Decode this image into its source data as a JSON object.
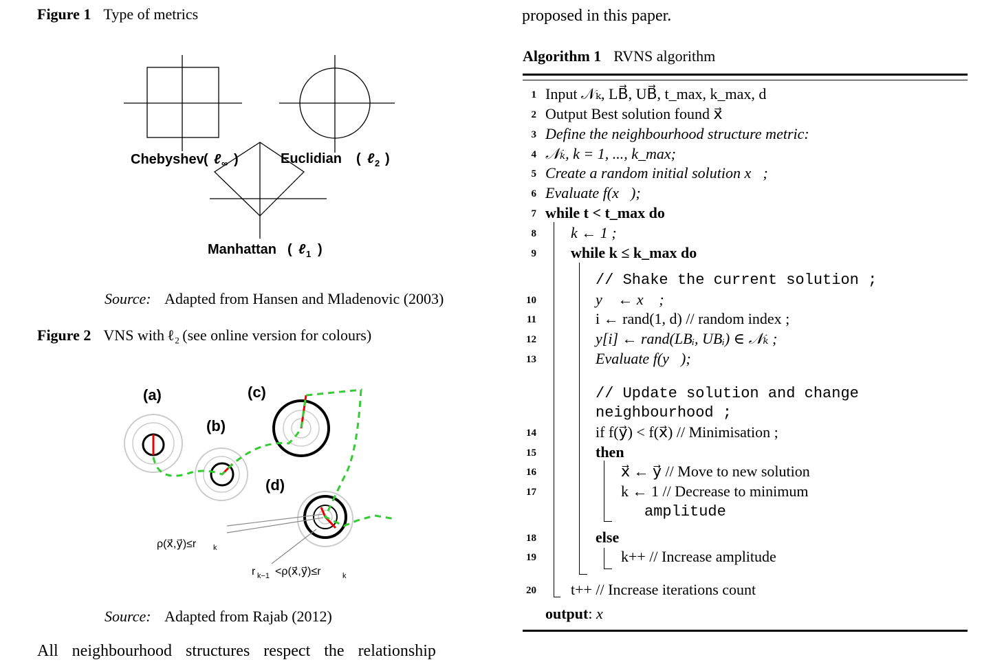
{
  "figure1": {
    "label": "Figure 1",
    "title": "Type of metrics",
    "labels": [
      "Chebyshev",
      "Euclidian",
      "Manhattan"
    ],
    "subscripts": [
      "∞",
      "2",
      "1"
    ],
    "source_label": "Source:",
    "source_text": "Adapted from Hansen and Mladenovic (2003)"
  },
  "figure2": {
    "label": "Figure 2",
    "title_prefix": "VNS with",
    "title_symbol": "ℓ₂",
    "title_suffix": "(see online version for colours)",
    "panels": [
      "(a)",
      "(b)",
      "(c)",
      "(d)"
    ],
    "annotation1": "ρ(x⃗,y⃗)≤r",
    "annotation1_sub": "k",
    "annotation2_pre": "r",
    "annotation2_pre_sub": "k−1",
    "annotation2_mid": "<ρ(x⃗,y⃗)≤r",
    "annotation2_sub": "k",
    "source_label": "Source:",
    "source_text": "Adapted from Rajab (2012)"
  },
  "body_text": "All neighbourhood structures respect the relationship",
  "top_right_text": "proposed in this paper.",
  "algorithm": {
    "label": "Algorithm 1",
    "title": "RVNS algorithm",
    "output_label": "output",
    "lines": [
      {
        "n": "1",
        "text": "Input 𝒩ₖ, LB⃗, UB⃗, t_max, k_max, d"
      },
      {
        "n": "2",
        "text": "Output Best solution found x⃗"
      },
      {
        "n": "3",
        "text": "Define the neighbourhood structure metric:"
      },
      {
        "n": "4",
        "text": "𝒩ₖ, k = 1, ..., k_max;"
      },
      {
        "n": "5",
        "text": "Create a random initial solution x⃗;"
      },
      {
        "n": "6",
        "text": "Evaluate f(x⃗);"
      },
      {
        "n": "7",
        "text": "while t < t_max do"
      },
      {
        "n": "8",
        "text": "k ← 1 ;"
      },
      {
        "n": "9",
        "text": "while k ≤ k_max do"
      },
      {
        "n": "",
        "text": "// Shake the current solution ;"
      },
      {
        "n": "10",
        "text": "y⃗ ← x⃗ ;"
      },
      {
        "n": "11",
        "text": "i ← rand(1, d) // random index ;"
      },
      {
        "n": "12",
        "text": "y[i] ← rand(LBᵢ, UBᵢ) ∈ 𝒩ₖ ;"
      },
      {
        "n": "13",
        "text": "Evaluate f(y⃗);"
      },
      {
        "n": "",
        "text": "// Update solution and change"
      },
      {
        "n": "",
        "text": "neighbourhood ;"
      },
      {
        "n": "14",
        "text": "if f(y⃗) < f(x⃗) // Minimisation ;"
      },
      {
        "n": "15",
        "text": "then"
      },
      {
        "n": "16",
        "text": "x⃗ ← y⃗ // Move to new solution"
      },
      {
        "n": "17",
        "text": "k ← 1 // Decrease to minimum"
      },
      {
        "n": "",
        "text": "amplitude"
      },
      {
        "n": "18",
        "text": "else"
      },
      {
        "n": "19",
        "text": "k++ // Increase amplitude"
      },
      {
        "n": "20",
        "text": "t++ // Increase iterations count"
      }
    ]
  }
}
